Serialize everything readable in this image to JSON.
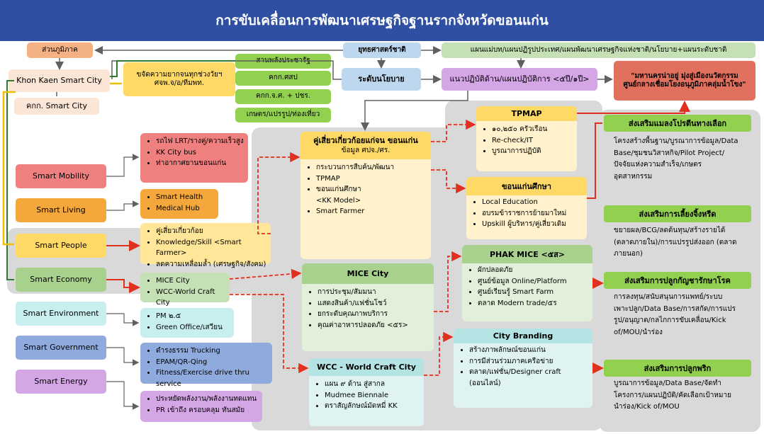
{
  "title": "การขับเคลื่อนการพัฒนาเศรษฐกิจฐานรากจังหวัดขอนแก่น",
  "top": {
    "regional": "ส่วนภูมิภาค",
    "strategy": "ยุทธศาสตร์ชาติ",
    "masterplan": "แผนแม่บท/แผนปฏิรูปประเทศ/แผนพัฒนาเศรษฐกิจแห่งชาติ/นโยบาย+แผนระดับชาติ",
    "smart_city": "Khon Kaen Smart City",
    "smart_city_committee": "คกก. Smart City",
    "poverty": "ขจัดความยากจนทุกช่วงวัยฯ",
    "poverty_sub": "ศจพ.จ/อ/ทีมพท.",
    "gov_agencies": [
      "สานพลังประชารัฐ",
      "คกก.ศสป",
      "คกก.จ.ศ. + ปชร.",
      "เกษตร/แปรรูป/ท่องเที่ยว"
    ],
    "policy_level": "ระดับนโยบาย",
    "guideline": "แนวปฏิบัติด้าน/แผนปฏิบัติการ <๕ปี/๑ปี>",
    "vision": "\"มหานครน่าอยู่ มุ่งสู่เมืองนวัตกรรม ศูนย์กลางเชื่อมโยงอนุภูมิภาคลุ่มน้ำโขง\""
  },
  "smart": [
    {
      "label": "Smart Mobility",
      "items": [
        "รถไฟ LRT/รางคู่/ความเร็วสูง",
        "KK City bus",
        "ท่าอากาศยานขอนแก่น"
      ]
    },
    {
      "label": "Smart Living",
      "items": [
        "Smart Health",
        "Medical Hub"
      ]
    },
    {
      "label": "Smart People",
      "items": [
        "คู่เสี่ยวเกี่ยวก้อย",
        "Knowledge/Skill <Smart Farmer>",
        "ลดความเหลื่อมล้ำ (เศรษฐกิจ/สังคม)"
      ]
    },
    {
      "label": "Smart Economy",
      "items": [
        "MICE City",
        "WCC-World Craft City"
      ]
    },
    {
      "label": "Smart Environment",
      "items": [
        "PM ๒.๕",
        "Green Office/เสวียน"
      ]
    },
    {
      "label": "Smart Government",
      "items": [
        "ดำรงธรรม Trucking",
        "EPAM/QR-Qing",
        "Fitness/Exercise drive thru service"
      ]
    },
    {
      "label": "Smart Energy",
      "items": [
        "ประหยัดพลังงาน/พลังงานทดแทน",
        "PR เข้าถึง ครอบคลุม ทันสมัย"
      ]
    }
  ],
  "kusiao": {
    "title": "คู่เสี่ยวเกี่ยวก้อยแก่จน ขอนแก่น",
    "sub": "ข้อมูล ศปจ./ศร.",
    "items": [
      "กระบวนการสืบค้น/พัฒนา",
      "TPMAP",
      "ขอนแก่นศึกษา",
      "<KK Model>",
      "Smart Farmer"
    ]
  },
  "tpmap": {
    "title": "TPMAP",
    "items": [
      "๑๐,๒๕๐ ครัวเรือน",
      "Re-check/IT",
      "บูรณาการปฏิบัติ"
    ]
  },
  "kkstudy": {
    "title": "ขอนแก่นศึกษา",
    "items": [
      "Local Education",
      "อบรมข้าราชการย้ายมาใหม่",
      "Upskill ผู้บริหาร/คู่เสี่ยวเดิม"
    ]
  },
  "mice": {
    "title": "MICE City",
    "items": [
      "การประชุม/สัมมนา",
      "แสดงสินค้า/แฟชั่นโชว์",
      "ยกระดับคุณภาพบริการ",
      "คุณค่าอาหารปลอดภัย <๕ร>"
    ]
  },
  "phak": {
    "title": "PHAK MICE <๕ส>",
    "items": [
      "ผักปลอดภัย",
      "ศูนย์ข้อมูล Online/Platform",
      "ศูนย์เรียนรู้ Smart Farm",
      "ตลาด Modern trade/๕ร"
    ]
  },
  "wcc": {
    "title": "WCC - World Craft City",
    "items": [
      "แผน ๙ ด้าน สู่สากล",
      "Mudmee Biennale",
      "ตราสัญลักษณ์มัดหมี่ KK"
    ]
  },
  "branding": {
    "title": "City Branding",
    "items": [
      "สร้างภาพลักษณ์ขอนแก่น",
      "การมีส่วนร่วมภาคเครือข่าย",
      "ตลาด/แฟชั่น/Designer craft",
      "(ออนไลน์)"
    ]
  },
  "right": [
    {
      "title": "ส่งเสริมแมลงโปรตีนทางเลือก",
      "text": [
        "โครงสร้างพื้นฐาน/บูรณาการข้อมูล/Data",
        "Base/ชุมชนวิสาหกิจ/Pilot Project/",
        "ปัจจัยแห่งความสำเร็จ/เกษตร",
        "อุตสาหกรรม"
      ]
    },
    {
      "title": "ส่งเสริมการเลี้ยงจิ้งหรีด",
      "text": [
        "ขยายผล/BCG/ลดต้นทุน/สร้างรายได้",
        "(ตลาดภายใน)/การแปรรูปส่งออก (ตลาด",
        "ภายนอก)"
      ]
    },
    {
      "title": "ส่งเสริมการปลูกกัญชารักษาโรค",
      "text": [
        "การลงทุน/สนับสนุนการแพทย์/ระบบ",
        "เพาะปลูก/Data Base/การสกัด/การแปร",
        "รูป/อนุญาต/กลไกการขับเคลื่อน/Kick",
        "of/MOU/นำร่อง"
      ]
    },
    {
      "title": "ส่งเสริมการปลูกพริก",
      "text": [
        "บูรณาการข้อมูล/Data Base/จัดทำ",
        "โครงการ/แผนปฏิบัติ/คัดเลือกเป้าหมาย",
        "นำร่อง/Kick of/MOU"
      ]
    }
  ],
  "colors": {
    "title_bg": "#2f4fa3",
    "orange": "#f4b183",
    "yellow": "#ffe699",
    "green": "#a9d18e",
    "blue": "#bdd7ee",
    "purple": "#d5a6e6",
    "red": "#e2705f",
    "arrow_red": "#e0301e"
  }
}
